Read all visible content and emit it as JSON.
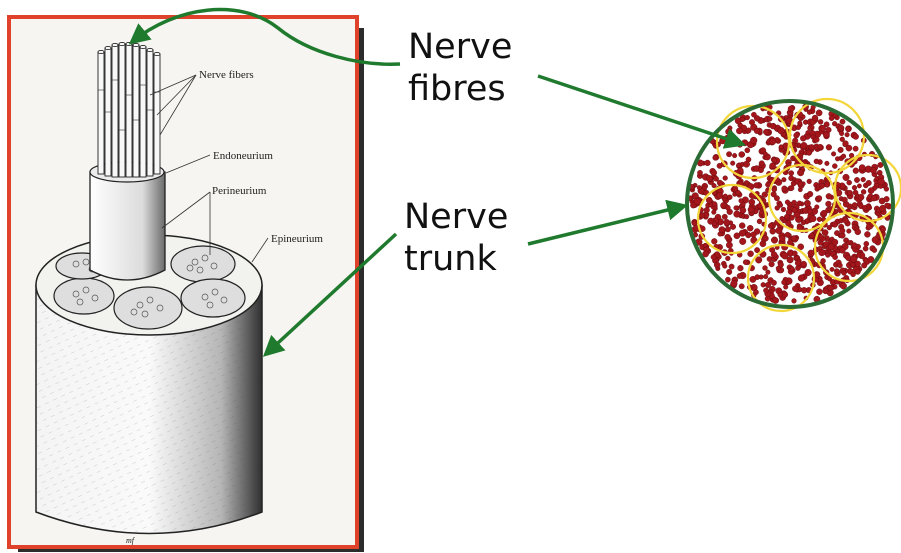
{
  "illustration": {
    "labels": {
      "nerve_fibers": "Nerve fibers",
      "endoneurium": "Endoneurium",
      "perineurium": "Perineurium",
      "epineurium": "Epineurium"
    },
    "artist_mark": "mf"
  },
  "callouts": {
    "nerve_fibres": [
      "Nerve",
      "fibres"
    ],
    "nerve_trunk": [
      "Nerve",
      "trunk"
    ]
  },
  "colors": {
    "frame": "#e0412a",
    "arrow": "#1f7a2e",
    "fascicle_outline": "#f2d63a",
    "axon_fill": "#a3161b",
    "cross_section_border": "#2b6b35"
  }
}
